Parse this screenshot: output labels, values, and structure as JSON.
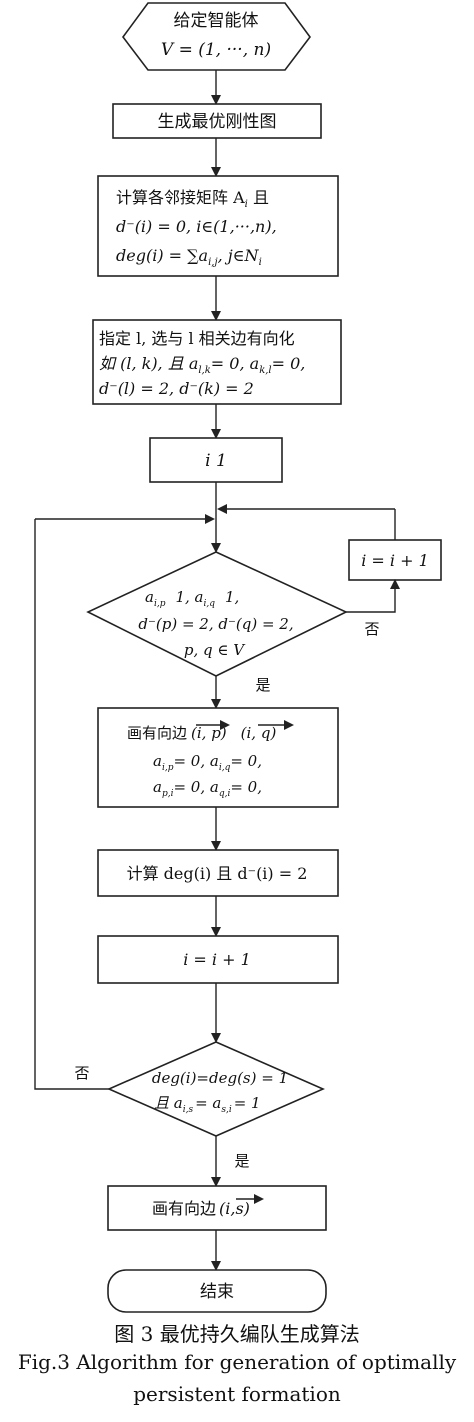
{
  "nodes": {
    "start_line1": "给定智能体",
    "start_line2": "V = (1, ···, n)",
    "gen_graph": "生成最优刚性图",
    "compute_line1": "计算各邻接矩阵 A",
    "compute_line1_sub": "i",
    "compute_line1_tail": " 且",
    "compute_line2": "d⁻(i) = 0, i∈(1,···,n),",
    "compute_line3": "deg(i) = ∑a",
    "compute_line3_sub": "i,j",
    "compute_line3_tail": ", j∈N",
    "compute_line3_sub2": "i",
    "assign_line1": "指定 l, 选与 l 相关边有向化",
    "assign_line2": "如 (l, k), 且 a",
    "assign_line2_sub1": "l,k",
    "assign_line2_mid": "= 0, a",
    "assign_line2_sub2": "k,l",
    "assign_line2_tail": "= 0,",
    "assign_line3": "d⁻(l) = 2, d⁻(k) = 2",
    "init_i": "i    1",
    "inc_i": "i = i + 1",
    "cond1_line1a": "a",
    "cond1_line1a_sub": "i,p",
    "cond1_line1b": "1,  a",
    "cond1_line1b_sub": "i,q",
    "cond1_line1c": "1,",
    "cond1_line2": "d⁻(p) = 2, d⁻(q) = 2,",
    "cond1_line3": "p, q ∈  V",
    "no1": "否",
    "yes1": "是",
    "draw_line1": "画有向边",
    "draw_line1_e1": "(i, p)",
    "draw_line1_e2": "(i, q)",
    "draw_line2a": "a",
    "draw_line2a_sub": "i,p",
    "draw_line2b": "= 0,  a",
    "draw_line2b_sub": "i,q",
    "draw_line2c": "= 0,",
    "draw_line3a": "a",
    "draw_line3a_sub": "p,i",
    "draw_line3b": "= 0,  a",
    "draw_line3b_sub": "q,i",
    "draw_line3c": "= 0,",
    "calc_deg": "计算 deg(i) 且 d⁻(i) = 2",
    "inc_i2": "i = i + 1",
    "cond2_line1": "deg(i)=deg(s) = 1",
    "cond2_line2a": "且 a",
    "cond2_line2a_sub": "i,s",
    "cond2_line2b": "= a",
    "cond2_line2b_sub": "s,i",
    "cond2_line2c": "= 1",
    "no2": "否",
    "yes2": "是",
    "draw_edge_final": "画有向边",
    "draw_edge_final_e": "(i,s)",
    "end": "结束"
  },
  "caption": {
    "cn": "图 3    最优持久编队生成算法",
    "en1": "Fig.3    Algorithm for generation of optimally",
    "en2": "persistent formation"
  }
}
